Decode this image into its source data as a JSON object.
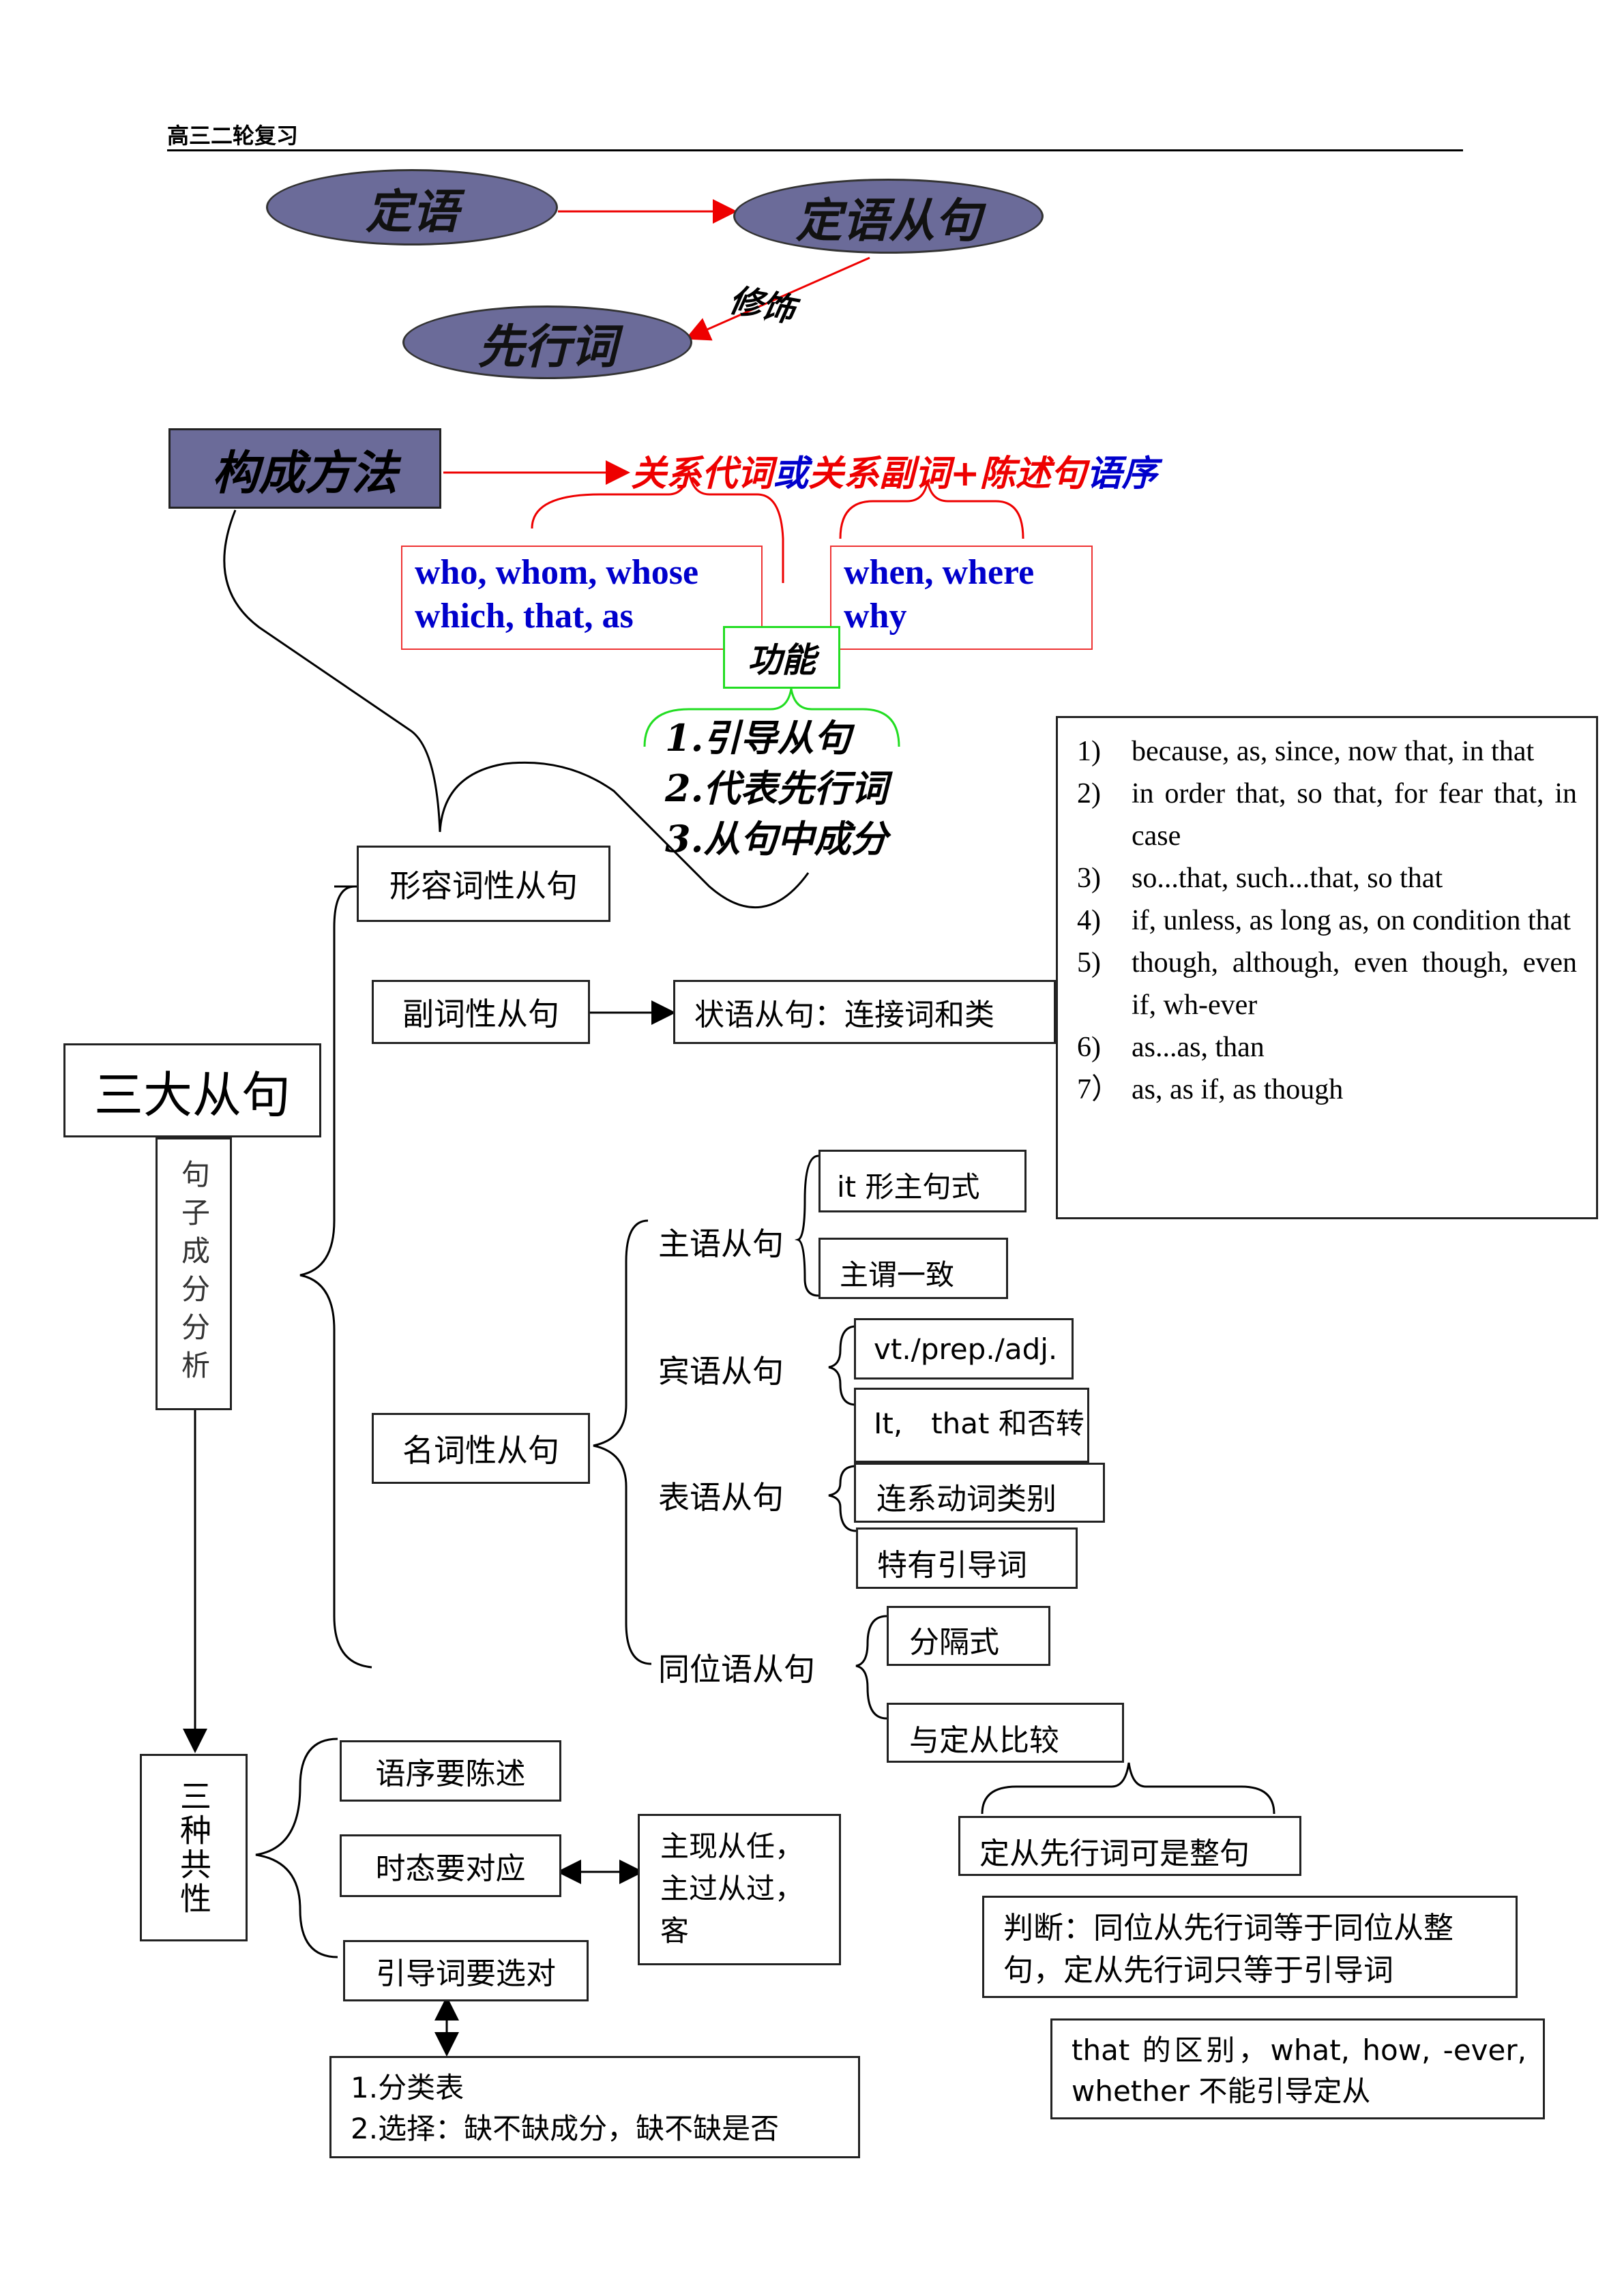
{
  "header": {
    "title": "高三二轮复习"
  },
  "top": {
    "attributive": "定语",
    "attributive_clause": "定语从句",
    "antecedent": "先行词",
    "modify": "修饰"
  },
  "formation": {
    "label": "构成方法",
    "formula": {
      "part1": "关系代词",
      "part2": "或",
      "part3": "关系副词",
      "part4": "+陈述句",
      "part5": "语序"
    },
    "pronouns_line1": "who, whom, whose",
    "pronouns_line2": "which, that, as",
    "adverbs_line1": "when, where",
    "adverbs_line2": "why",
    "function_label": "功能",
    "functions": [
      "1.引导从句",
      "2.代表先行词",
      "3.从句中成分"
    ]
  },
  "main": {
    "title": "三大从句",
    "analysis": "句子成分分析",
    "adjective_clause": "形容词性从句",
    "adverb_clause": "副词性从句",
    "adverbial_clause": "状语从句：连接词和类",
    "noun_clause": "名词性从句",
    "conjunctions": [
      {
        "n": "1)",
        "t": "because, as, since, now that, in that"
      },
      {
        "n": "2)",
        "t": "in order that, so that, for fear that, in case"
      },
      {
        "n": "3)",
        "t": "so...that, such...that, so that"
      },
      {
        "n": "4)",
        "t": "if, unless, as long as, on condition that"
      },
      {
        "n": "5)",
        "t": "though, although, even though, even if, wh-ever"
      },
      {
        "n": "6)",
        "t": "as...as, than"
      },
      {
        "n": "7）",
        "t": "as, as if, as though"
      }
    ]
  },
  "noun": {
    "subject": "主语从句",
    "subject_a": "it 形主句式",
    "subject_b": "主谓一致",
    "object": "宾语从句",
    "object_a": "vt./prep./adj.",
    "object_b": "It,　that 和否转",
    "predicative": "表语从句",
    "predicative_a": "连系动词类别",
    "predicative_b": "特有引导词",
    "appositive": "同位语从句",
    "appositive_a": "分隔式",
    "appositive_b": "与定从比较",
    "compare_a": "定从先行词可是整句",
    "compare_b": "判断：同位从先行词等于同位从整句，定从先行词只等于引导词",
    "compare_c": "that 的区别，what, how, -ever, whether 不能引导定从"
  },
  "common": {
    "title": "三种共性",
    "order": "语序要陈述",
    "tense": "时态要对应",
    "tense_note": "主现从任，主过从过，客",
    "connector": "引导词要选对",
    "connector_note_1": "1.分类表",
    "connector_note_2": "2.选择：缺不缺成分，缺不缺是否"
  }
}
